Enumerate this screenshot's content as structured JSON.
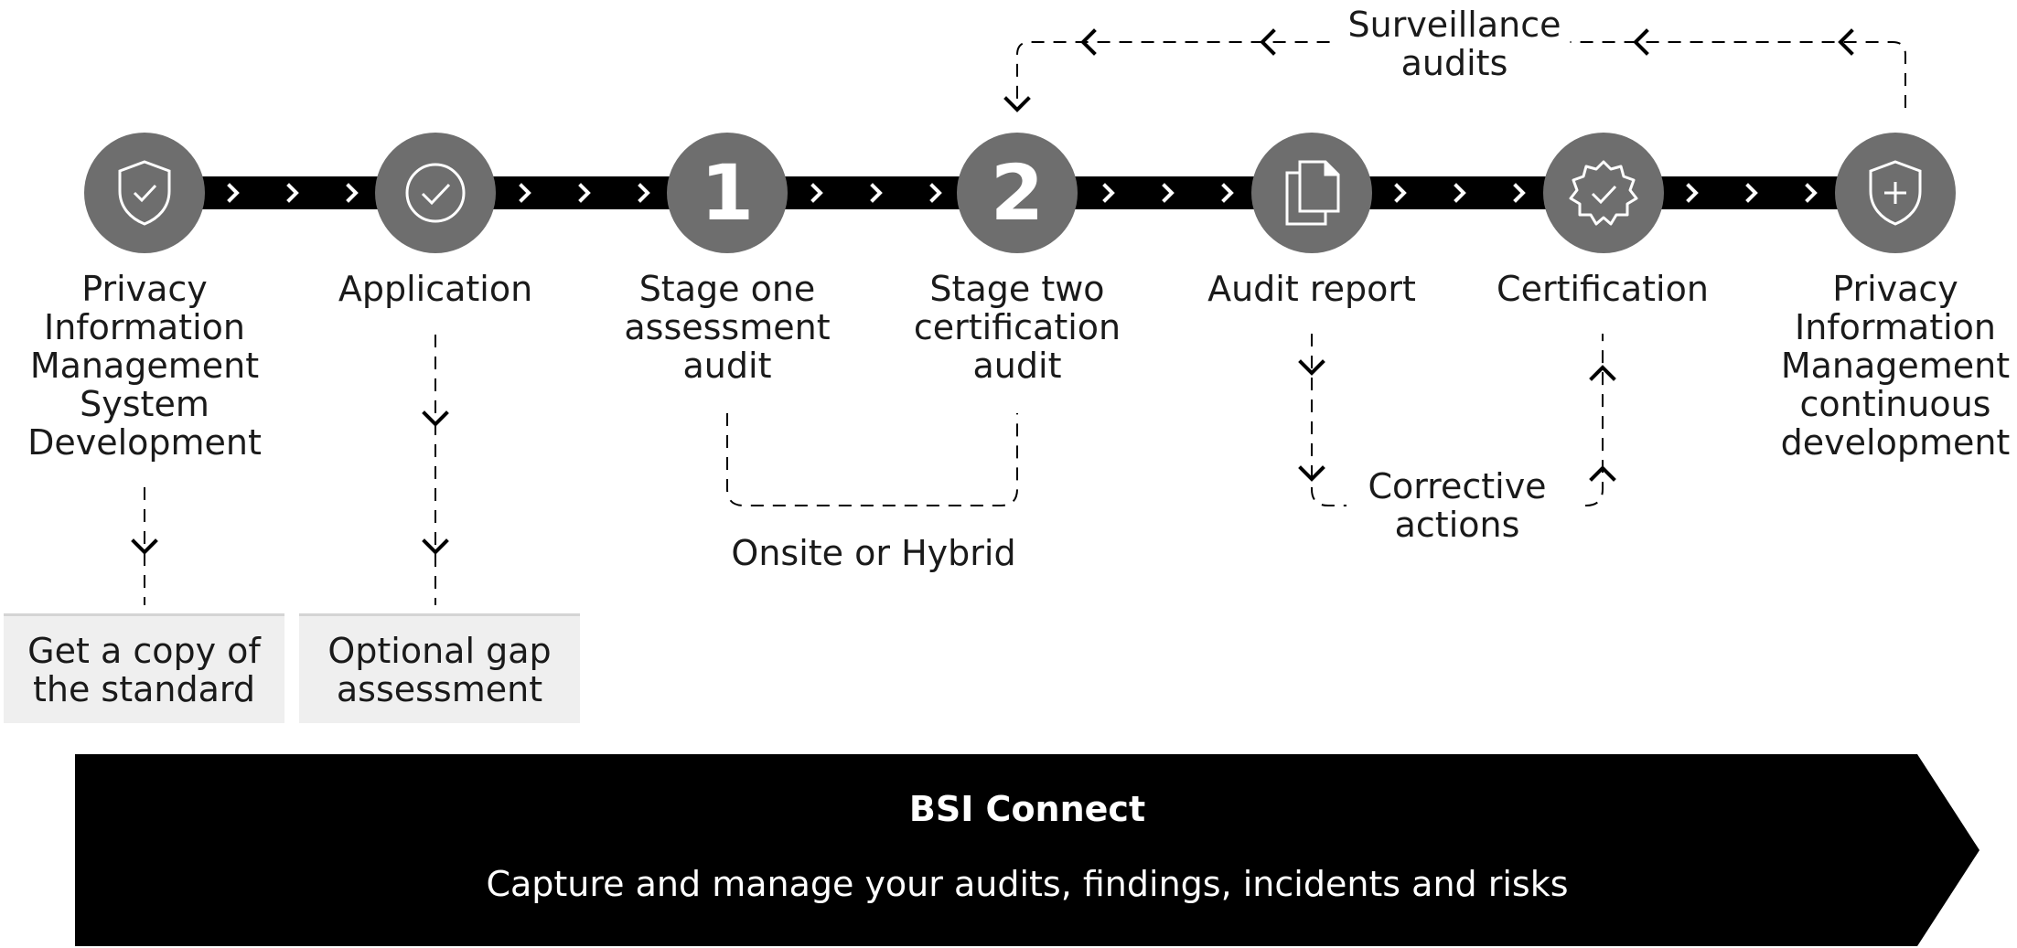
{
  "steps": [
    {
      "label": "Privacy\nInformation\nManagement\nSystem\nDevelopment",
      "icon": "shield-check-icon"
    },
    {
      "label": "Application",
      "icon": "check-circle-icon"
    },
    {
      "label": "Stage one\nassessment\naudit",
      "number": "1"
    },
    {
      "label": "Stage two\ncertification\naudit",
      "number": "2"
    },
    {
      "label": "Audit report",
      "icon": "document-copy-icon"
    },
    {
      "label": "Certification",
      "icon": "badge-check-icon"
    },
    {
      "label": "Privacy\nInformation\nManagement\ncontinuous\ndevelopment",
      "icon": "shield-plus-icon"
    }
  ],
  "boxes": [
    {
      "label": "Get a copy of\nthe standard"
    },
    {
      "label": "Optional gap\nassessment"
    }
  ],
  "annotations": {
    "surveillance": "Surveillance\naudits",
    "onsite": "Onsite or Hybrid",
    "corrective": "Corrective\nactions"
  },
  "banner": {
    "title": "BSI Connect",
    "subtitle": "Capture and manage your audits, findings, incidents and risks"
  },
  "colors": {
    "circle": "#6e6e6e",
    "bar": "#000000",
    "box": "#efefef"
  }
}
